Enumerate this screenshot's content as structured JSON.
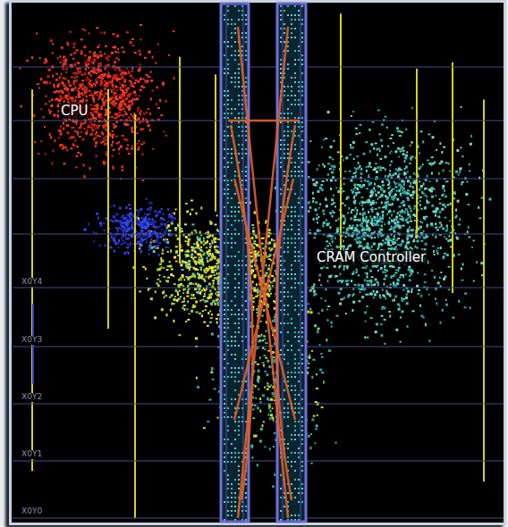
{
  "diagram": {
    "labels": [
      "CPU",
      "CRAM Controller",
      "X0Y4",
      "X0Y3",
      "X0Y2",
      "X0Y1",
      "X0Y0"
    ]
  }
}
